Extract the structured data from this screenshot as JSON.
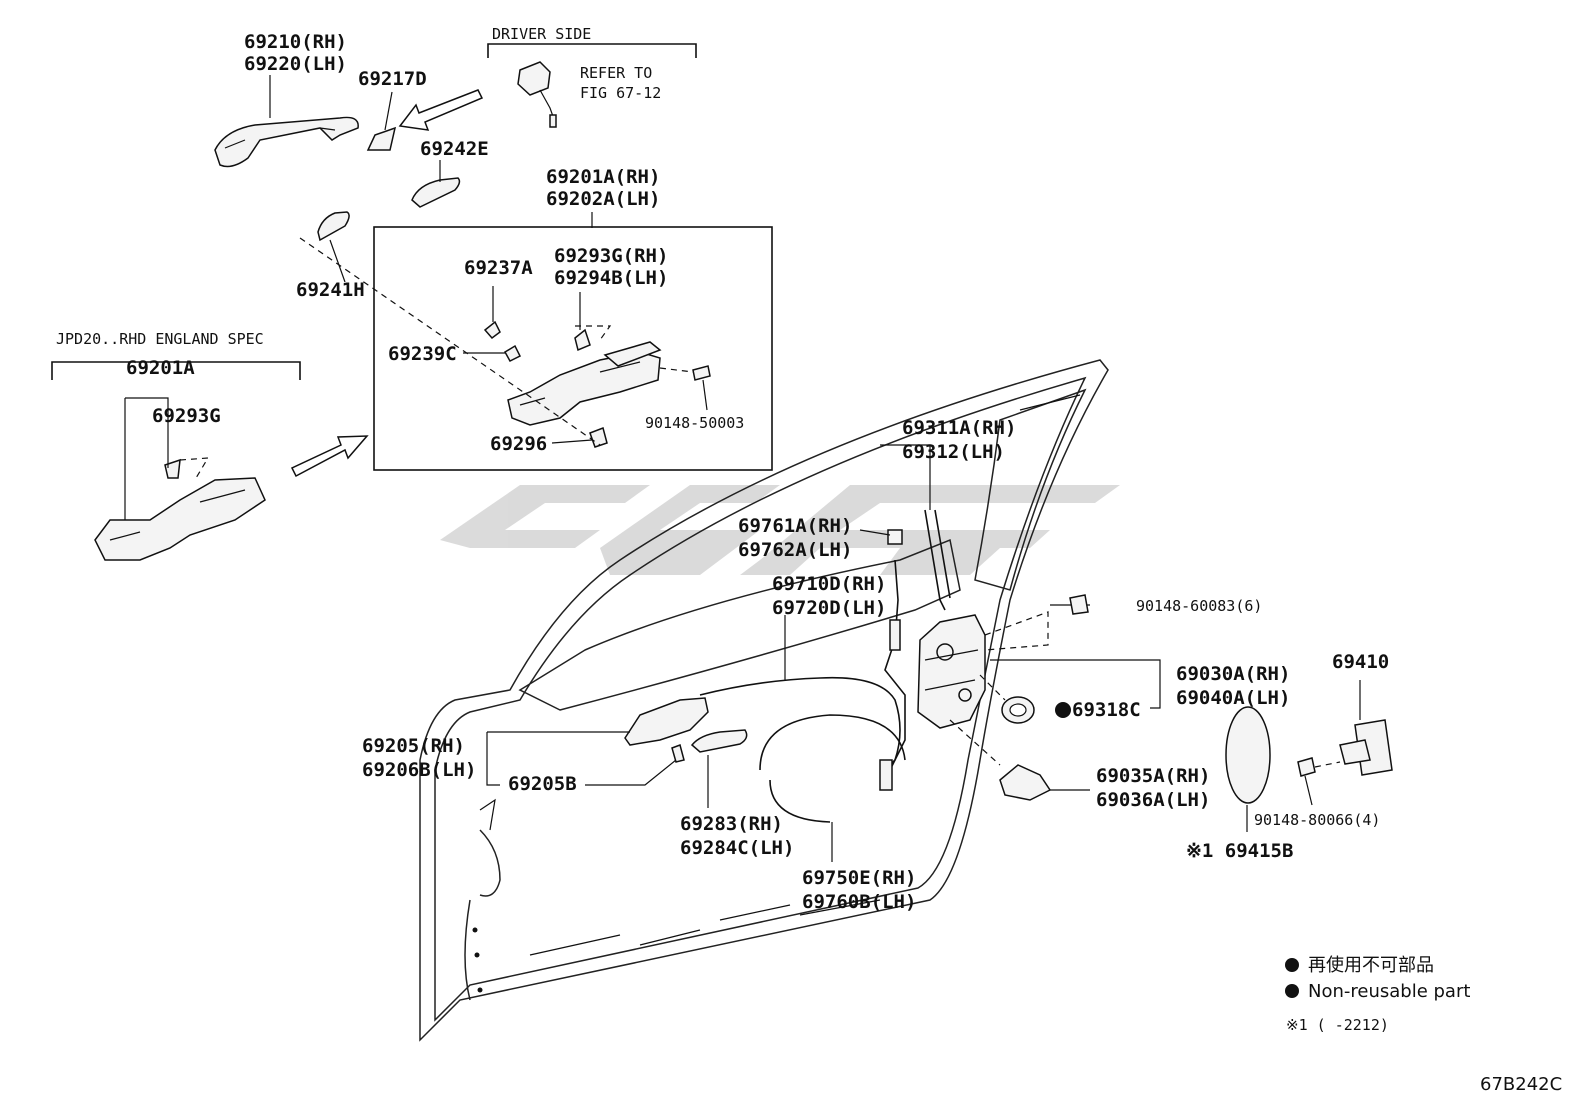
{
  "diagram": {
    "watermark_color": "#bdbdbd",
    "driver_side": {
      "title": "DRIVER SIDE",
      "refer_line1": "REFER TO",
      "refer_line2": "FIG 67-12"
    },
    "england_spec": {
      "title": "JPD20..RHD ENGLAND SPEC",
      "part_a": "69201A",
      "part_b": "69293G"
    },
    "labels": {
      "p69210": "69210(RH)",
      "p69220": "69220(LH)",
      "p69217D": "69217D",
      "p69242E": "69242E",
      "p69241H": "69241H",
      "p69201A_rh": "69201A(RH)",
      "p69202A_lh": "69202A(LH)",
      "p69237A": "69237A",
      "p69293G_rh": "69293G(RH)",
      "p69294B_lh": "69294B(LH)",
      "p69239C": "69239C",
      "p90148_50003": "90148-50003",
      "p69296": "69296",
      "p69311A": "69311A(RH)",
      "p69312": "69312(LH)",
      "p69761A": "69761A(RH)",
      "p69762A": "69762A(LH)",
      "p69710D": "69710D(RH)",
      "p69720D": "69720D(LH)",
      "p90148_60083": "90148-60083(6)",
      "p69030A": "69030A(RH)",
      "p69040A": "69040A(LH)",
      "p69318C": "69318C",
      "p69410": "69410",
      "p69205": "69205(RH)",
      "p69206B": "69206B(LH)",
      "p69205B": "69205B",
      "p69283": "69283(RH)",
      "p69284C": "69284C(LH)",
      "p69750E": "69750E(RH)",
      "p69760B": "69760B(LH)",
      "p69035A": "69035A(RH)",
      "p69036A": "69036A(LH)",
      "p90148_80066": "90148-80066(4)",
      "p69415B": "※1 69415B"
    },
    "legend": {
      "jp": "再使用不可部品",
      "en": "Non-reusable part",
      "note": "※1 (     -2212)"
    },
    "figure_code": "67B242C"
  }
}
